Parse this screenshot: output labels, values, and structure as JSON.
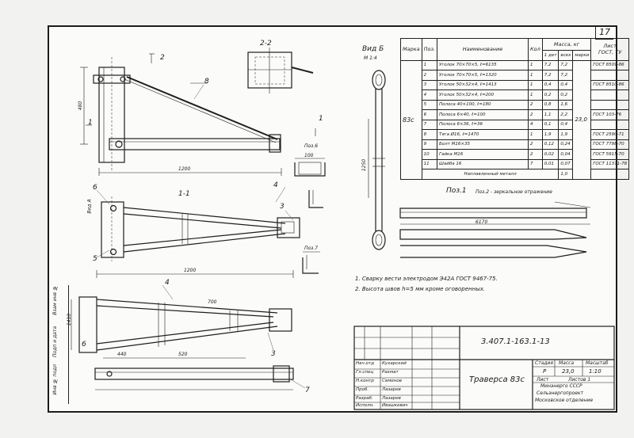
{
  "sheet_number": "17",
  "side_strip": [
    "Взам инв №",
    "Подп и дата",
    "Инв № подл"
  ],
  "sections": {
    "s22": "2-2",
    "s11": "1-1",
    "view_b": "Вид Б",
    "view_b_scale": "М 1:4",
    "pos6": "Поз.6",
    "pos7": "Поз.7",
    "pos1": "Поз.1",
    "pos2_note": "Поз.2 - зеркальное отражение",
    "view_a": "Вид А"
  },
  "dims": {
    "d1200a": "1200",
    "d1200b": "1200",
    "d480": "480",
    "d520": "520",
    "d1410": "1410",
    "d440": "440",
    "d700": "700",
    "d1250": "1250",
    "d6170": "6170",
    "d100": "100"
  },
  "spec": {
    "headers": [
      "Марка",
      "Поз.",
      "Наименование",
      "Кол",
      "Масса, кг",
      "Лист",
      "ГОСТ, ТУ"
    ],
    "mass_sub": [
      "1 дет",
      "всех",
      "марки"
    ],
    "mark": "83с",
    "total": "23,0",
    "rows": [
      {
        "pos": "1",
        "name": "Уголок 70×70×5, ℓ=6135",
        "qty": "1",
        "m1": "7,2",
        "m2": "7,2",
        "gost": "ГОСТ 8509-86"
      },
      {
        "pos": "2",
        "name": "Уголок 70×70×5, ℓ=1320",
        "qty": "1",
        "m1": "7,2",
        "m2": "7,2",
        "gost": ""
      },
      {
        "pos": "3",
        "name": "Уголок 50×32×4, ℓ=1413",
        "qty": "1",
        "m1": "0,4",
        "m2": "0,4",
        "gost": "ГОСТ 8510-86"
      },
      {
        "pos": "4",
        "name": "Уголок 50×32×4, ℓ=200",
        "qty": "1",
        "m1": "0,2",
        "m2": "0,2",
        "gost": ""
      },
      {
        "pos": "5",
        "name": "Полоса 40×100, ℓ=180",
        "qty": "2",
        "m1": "0,8",
        "m2": "1,6",
        "gost": ""
      },
      {
        "pos": "6",
        "name": "Полоса 6×40, ℓ=100",
        "qty": "2",
        "m1": "1,1",
        "m2": "2,2",
        "gost": "ГОСТ 103-76"
      },
      {
        "pos": "7",
        "name": "Полоса 6×36, ℓ=36",
        "qty": "4",
        "m1": "0,1",
        "m2": "0,4",
        "gost": ""
      },
      {
        "pos": "8",
        "name": "Тяга Ø16, ℓ=1470",
        "qty": "1",
        "m1": "1,9",
        "m2": "1,9",
        "gost": "ГОСТ 2590-71"
      },
      {
        "pos": "9",
        "name": "Болт М16×35",
        "qty": "2",
        "m1": "0,12",
        "m2": "0,24",
        "gost": "ГОСТ 7798-70"
      },
      {
        "pos": "10",
        "name": "Гайка М16",
        "qty": "2",
        "m1": "0,02",
        "m2": "0,04",
        "gost": "ГОСТ 5915-70"
      },
      {
        "pos": "11",
        "name": "Шайба 16",
        "qty": "7",
        "m1": "0,01",
        "m2": "0,07",
        "gost": "ГОСТ 11371-78"
      }
    ],
    "weld_label": "Наплавленный металл",
    "weld_value": "1,0"
  },
  "notes": [
    "1. Сварку вести электродом Э42А ГОСТ 9467-75.",
    "2. Высота швов h=5 мм кроме оговоренных."
  ],
  "title_block": {
    "doc_code": "3.407.1-163.1-13",
    "title": "Траверса 83с",
    "stage_h": "Стадия",
    "mass_h": "Масса",
    "scale_h": "Масштаб",
    "stage": "Р",
    "mass": "23,0",
    "scale": "1:10",
    "sheet": "Лист",
    "sheets": "Листов 1",
    "org": [
      "Минэнерго СССР",
      "Сельэнергопроект",
      "Московское отделение"
    ],
    "roles": [
      "Нач.отд",
      "Гл.спец",
      "Н.контр",
      "Проб.",
      "Разраб.",
      "Исполн."
    ],
    "names": [
      "Кухарский",
      "Рахмат",
      "Семенов",
      "Лазарев",
      "Лазарев",
      "Ивашкевич"
    ]
  }
}
